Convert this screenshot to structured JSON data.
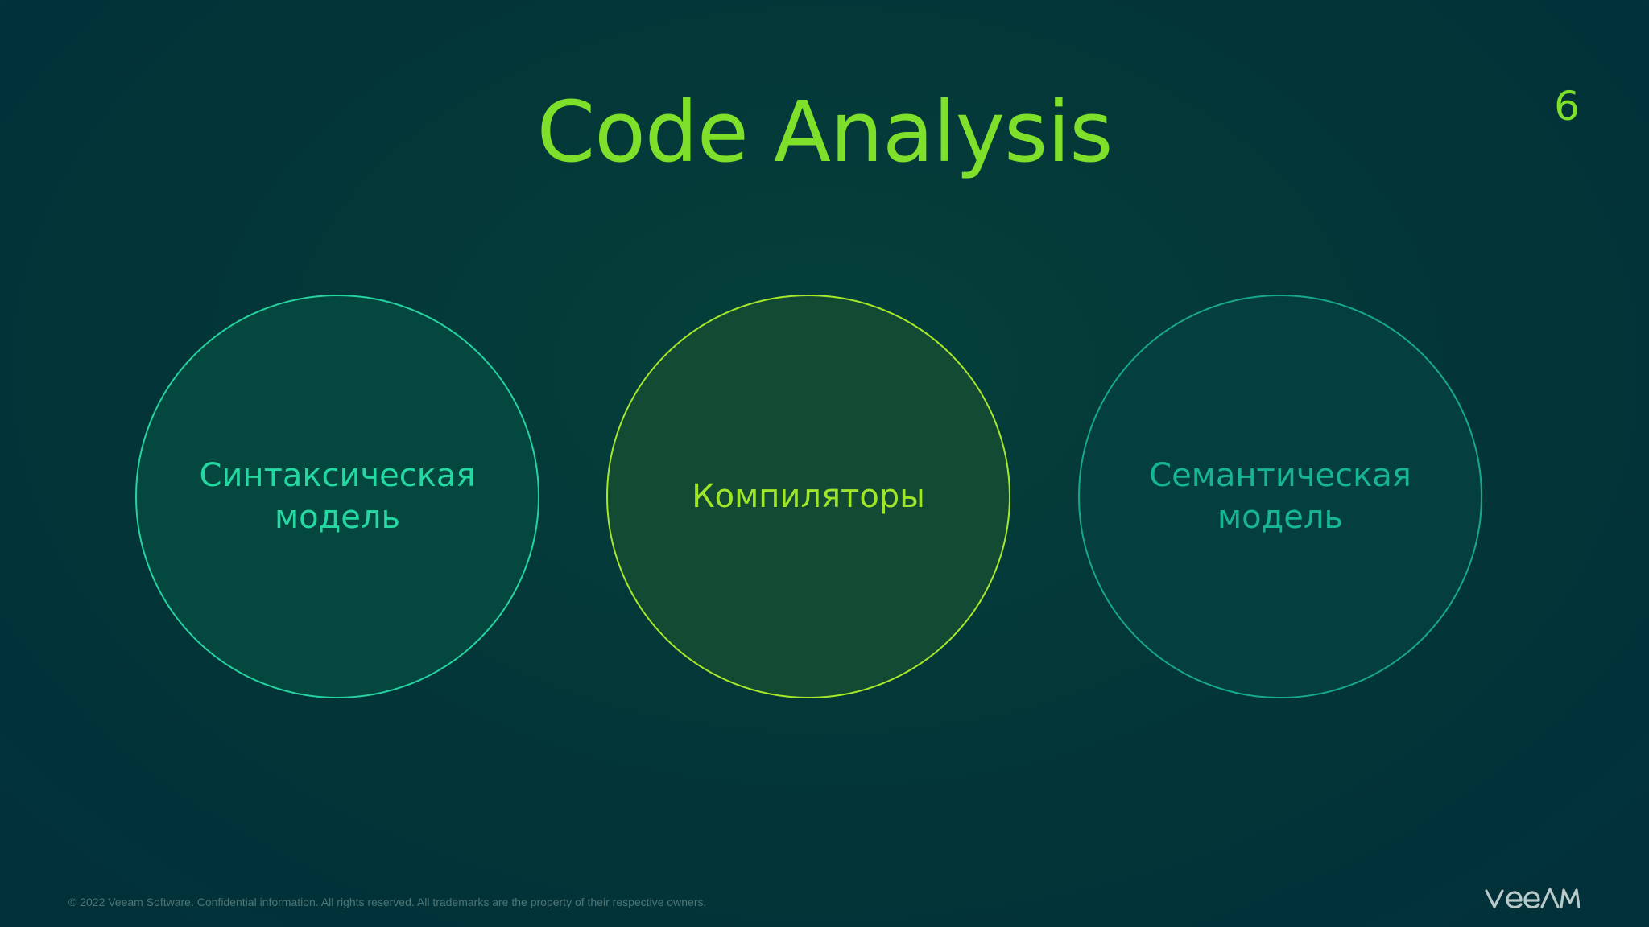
{
  "slide": {
    "title": "Code Analysis",
    "page_number": "6"
  },
  "diagram": {
    "nodes": [
      {
        "label": "Синтаксическая модель"
      },
      {
        "label": "Компиляторы"
      },
      {
        "label": "Семантическая модель"
      }
    ]
  },
  "footer": {
    "copyright": "© 2022 Veeam Software. Confidential information. All rights reserved. All trademarks are the property of their respective owners.",
    "logo_text": "VEEAM"
  },
  "colors": {
    "accent_green": "#7ee02a",
    "teal": "#25d3a0",
    "lime": "#a6e82a",
    "background": "#033538"
  }
}
